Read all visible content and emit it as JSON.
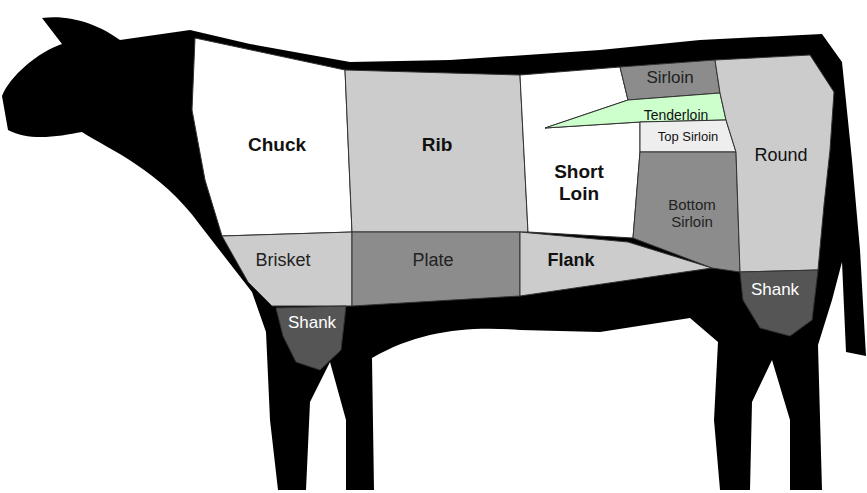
{
  "diagram": {
    "nodes": [
      {
        "text": [
          "Chuck"
        ]
      },
      {
        "text": [
          "Rib"
        ]
      },
      {
        "text": [
          "Short Loin"
        ]
      },
      {
        "text": [
          "Sirloin"
        ]
      },
      {
        "text": [
          "Tenderloin"
        ]
      },
      {
        "text": [
          "Top Sirloin"
        ]
      },
      {
        "text": [
          "Bottom Sirloin"
        ]
      },
      {
        "text": [
          "Round"
        ]
      },
      {
        "text": [
          "Brisket"
        ]
      },
      {
        "text": [
          "Plate"
        ]
      },
      {
        "text": [
          "Flank"
        ]
      },
      {
        "text": [
          "Shank"
        ]
      },
      {
        "text": [
          "Shank"
        ]
      }
    ]
  }
}
